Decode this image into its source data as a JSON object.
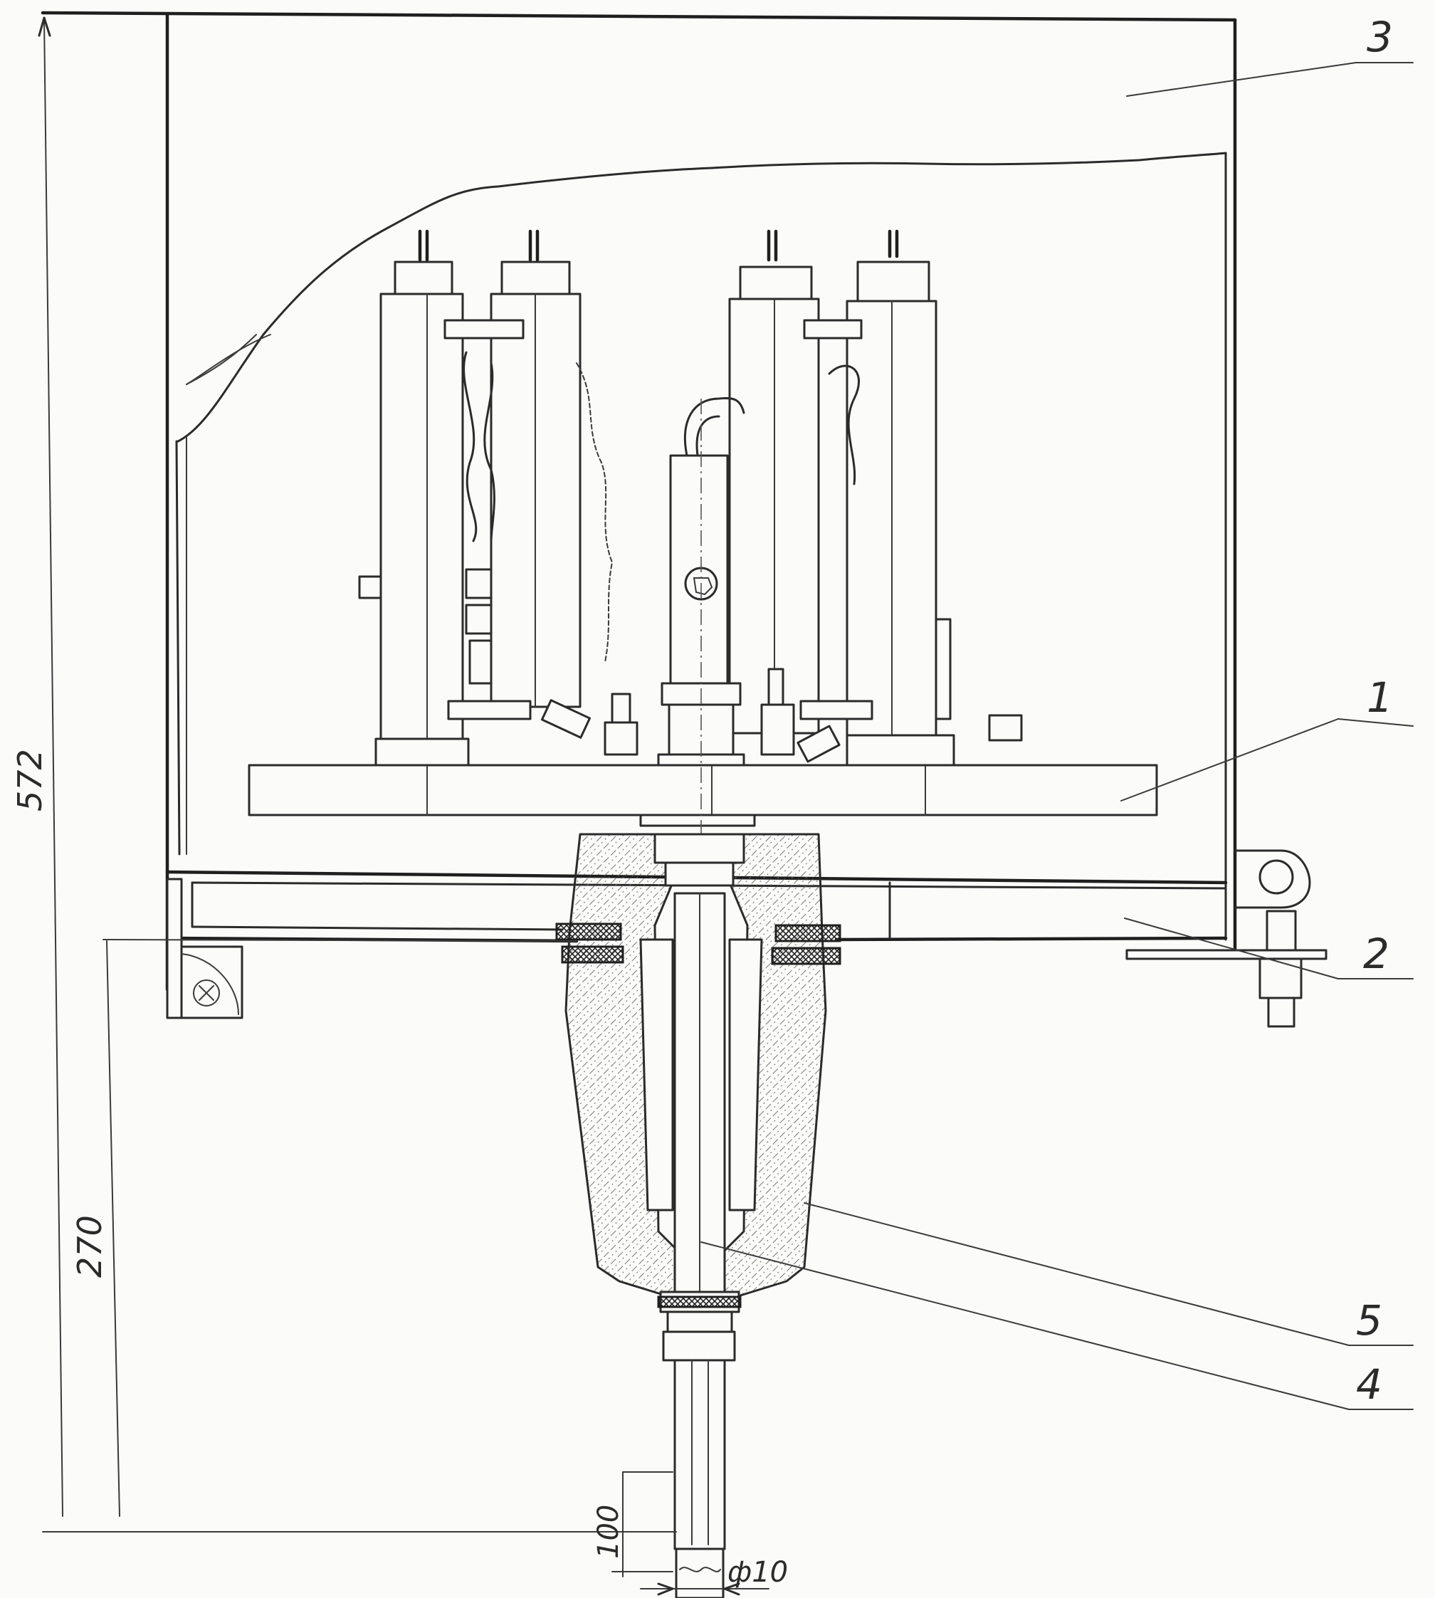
{
  "drawing": {
    "callouts": {
      "c1": "1",
      "c2": "2",
      "c3": "3",
      "c4": "4",
      "c5": "5"
    },
    "dimensions": {
      "overall_height": "572",
      "bushing_height": "270",
      "rod_end": "100",
      "rod_diameter": "ф10"
    }
  }
}
